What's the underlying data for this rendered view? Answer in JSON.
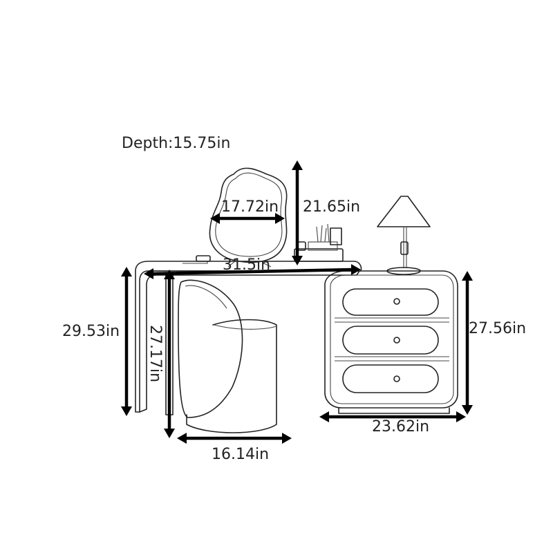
{
  "depth_label": "Depth:15.75in",
  "dimensions": {
    "mirror_width": "17.72in",
    "mirror_height": "21.65in",
    "desk_width": "31.5in",
    "desk_height": "29.53in",
    "leg_height": "27.17in",
    "chair_width": "16.14in",
    "cabinet_height": "27.56in",
    "cabinet_width": "23.62in"
  }
}
